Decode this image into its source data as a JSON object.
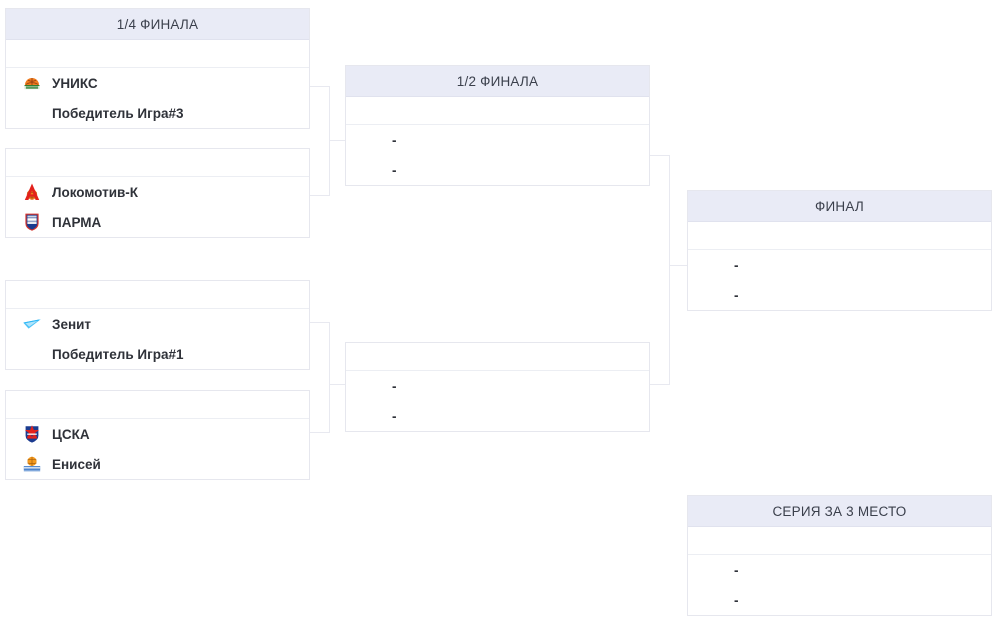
{
  "tournament": {
    "rounds": [
      {
        "id": "quarterfinal",
        "title": "1/4 ФИНАЛА"
      },
      {
        "id": "semifinal",
        "title": "1/2 ФИНАЛА"
      },
      {
        "id": "final",
        "title": "ФИНАЛ"
      },
      {
        "id": "third_place",
        "title": "СЕРИЯ ЗА 3 МЕСТО"
      }
    ],
    "placeholder": "-",
    "matches": {
      "qf1": {
        "round": "1/4 ФИНАЛА",
        "teams": [
          {
            "name": "УНИКС",
            "logo": "unics-logo"
          },
          {
            "name": "Победитель Игра#3",
            "logo": null
          }
        ]
      },
      "qf2": {
        "teams": [
          {
            "name": "Локомотив-К",
            "logo": "lokomotiv-kuban-logo"
          },
          {
            "name": "ПАРМА",
            "logo": "parma-logo"
          }
        ]
      },
      "qf3": {
        "teams": [
          {
            "name": "Зенит",
            "logo": "zenit-logo"
          },
          {
            "name": "Победитель Игра#1",
            "logo": null
          }
        ]
      },
      "qf4": {
        "teams": [
          {
            "name": "ЦСКА",
            "logo": "cska-logo"
          },
          {
            "name": "Енисей",
            "logo": "enisey-logo"
          }
        ]
      },
      "sf1": {
        "teams": [
          {
            "name": "-"
          },
          {
            "name": "-"
          }
        ]
      },
      "sf2": {
        "teams": [
          {
            "name": "-"
          },
          {
            "name": "-"
          }
        ]
      },
      "final": {
        "teams": [
          {
            "name": "-"
          },
          {
            "name": "-"
          }
        ]
      },
      "third_place": {
        "teams": [
          {
            "name": "-"
          },
          {
            "name": "-"
          }
        ]
      }
    }
  },
  "colors": {
    "header_bg": "#e9ebf6",
    "header_text": "#3a3f4b",
    "card_border": "#e6e7ee",
    "team_text": "#2f3239",
    "connector": "#e8e9f0",
    "page_bg": "#ffffff"
  }
}
